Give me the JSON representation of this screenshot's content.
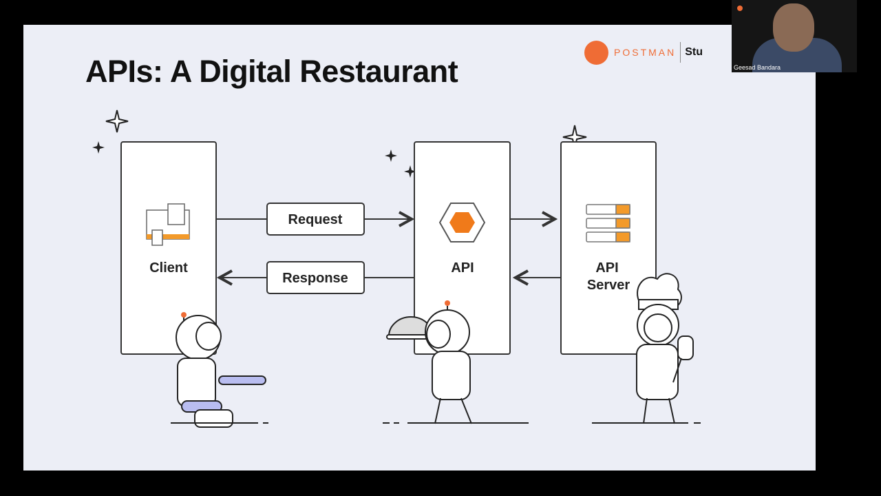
{
  "slide": {
    "title": "APIs: A Digital Restaurant",
    "logo": {
      "brand": "POSTMAN",
      "suffix": "Stu"
    },
    "nodes": {
      "client": "Client",
      "api": "API",
      "server_line1": "API",
      "server_line2": "Server"
    },
    "arrows": {
      "request": "Request",
      "response": "Response"
    },
    "colors": {
      "accent": "#ef6c35",
      "background": "#eceef6",
      "chair": "#b9bdf0"
    }
  },
  "webcam": {
    "participant_name": "Geesad Bandara"
  }
}
